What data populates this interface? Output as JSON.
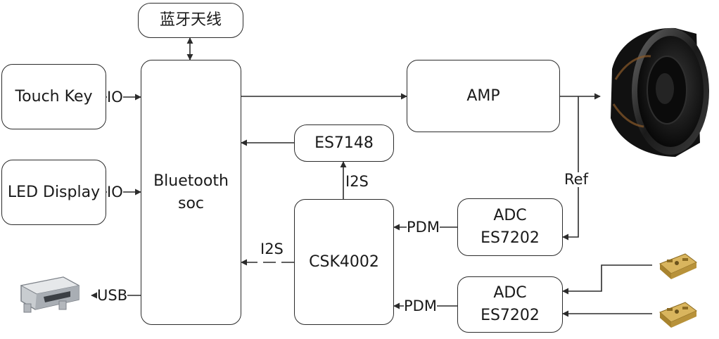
{
  "diagram": {
    "blocks": {
      "antenna": "蓝牙天线",
      "touch_key": "Touch Key",
      "led_display": "LED Display",
      "bt_line1": "Bluetooth",
      "bt_line2": "soc",
      "amp": "AMP",
      "es7148": "ES7148",
      "csk": "CSK4002",
      "adc1_line1": "ADC",
      "adc1_line2": "ES7202",
      "adc2_line1": "ADC",
      "adc2_line2": "ES7202"
    },
    "connection_labels": {
      "io_touch": "IO",
      "io_led": "IO",
      "usb": "USB",
      "i2s_up": "I2S",
      "i2s_left": "I2S",
      "pdm_top": "PDM",
      "pdm_bottom": "PDM",
      "ref": "Ref"
    },
    "colors": {
      "line": "#2b2b2b",
      "speaker": "#1e1e1e",
      "mic_chip": "#c9a24a"
    },
    "icons": [
      "speaker-icon",
      "usb-port-icon",
      "microphone-chip-icon"
    ]
  }
}
